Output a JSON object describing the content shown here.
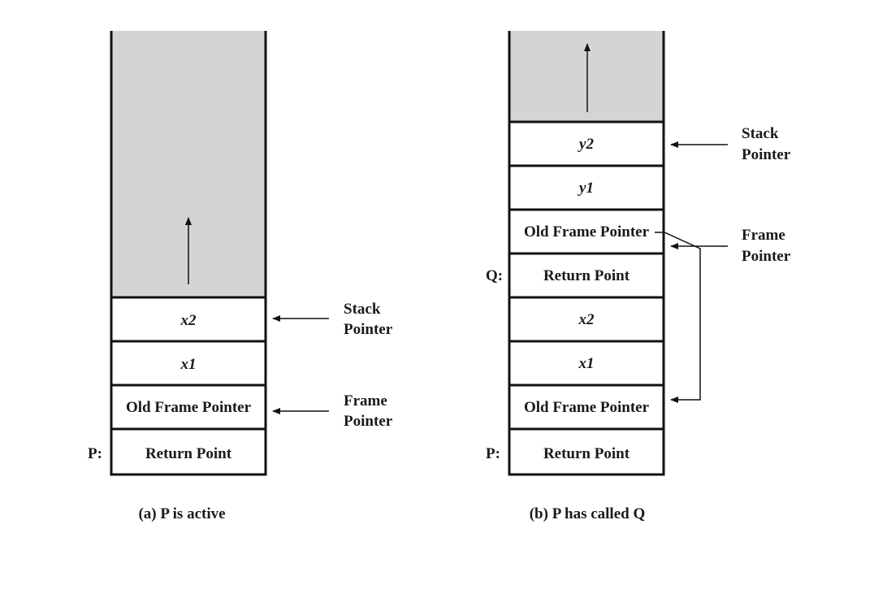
{
  "diagram_a": {
    "caption": "(a) P is active",
    "cells": [
      {
        "text": "x2",
        "variable": true
      },
      {
        "text": "x1",
        "variable": true
      },
      {
        "text": "Old Frame Pointer",
        "variable": false
      },
      {
        "text": "Return Point",
        "variable": false
      }
    ],
    "frame_label": "P:",
    "stack_pointer_label": [
      "Stack",
      "Pointer"
    ],
    "frame_pointer_label": [
      "Frame",
      "Pointer"
    ]
  },
  "diagram_b": {
    "caption": "(b) P has called Q",
    "cells": [
      {
        "text": "y2",
        "variable": true
      },
      {
        "text": "y1",
        "variable": true
      },
      {
        "text": "Old Frame Pointer",
        "variable": false
      },
      {
        "text": "Return Point",
        "variable": false
      },
      {
        "text": "x2",
        "variable": true
      },
      {
        "text": "x1",
        "variable": true
      },
      {
        "text": "Old Frame Pointer",
        "variable": false
      },
      {
        "text": "Return Point",
        "variable": false
      }
    ],
    "frame_labels": [
      "Q:",
      "P:"
    ],
    "stack_pointer_label": [
      "Stack",
      "Pointer"
    ],
    "frame_pointer_label": [
      "Frame",
      "Pointer"
    ]
  },
  "colors": {
    "free_space": "#d4d4d4",
    "line": "#111111",
    "background": "#ffffff"
  }
}
